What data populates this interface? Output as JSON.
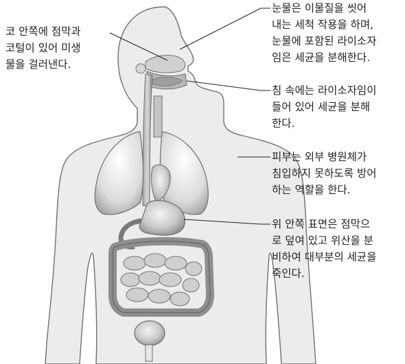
{
  "labels": {
    "nose": {
      "lines": [
        "코 안쪽에 점막과",
        "코털이 있어 미생",
        "물을 걸러낸다."
      ]
    },
    "tears": {
      "lines": [
        "눈물은 이물질을 씻어",
        "내는 세척 작용을 하며,",
        "눈물에 포함된 라이소자",
        "임은 세균을 분해한다."
      ]
    },
    "saliva": {
      "lines": [
        "침 속에는 라이소자임이",
        "들어 있어 세균을 분해",
        "한다."
      ]
    },
    "skin": {
      "lines": [
        "피부는 외부 병원체가",
        "침입하지 못하도록 방어",
        "하는 역할을 한다."
      ]
    },
    "stomach": {
      "lines": [
        "위 안쪽 표면은 점막으",
        "로 덮여 있고 위산을 분",
        "비하여 대부분의 세균을",
        "죽인다."
      ]
    }
  }
}
